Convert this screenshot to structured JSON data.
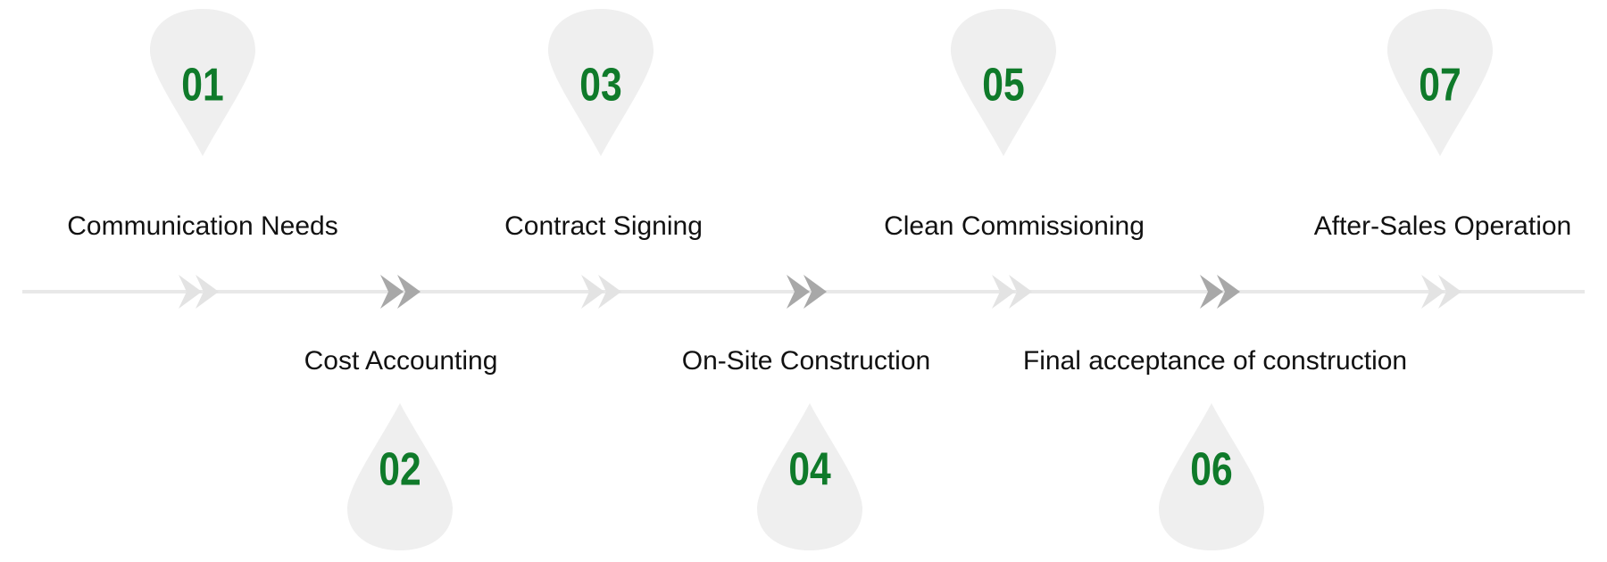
{
  "steps": [
    {
      "number": "01",
      "label": "Communication Needs",
      "position": "top"
    },
    {
      "number": "02",
      "label": "Cost Accounting",
      "position": "bottom"
    },
    {
      "number": "03",
      "label": "Contract Signing",
      "position": "top"
    },
    {
      "number": "04",
      "label": "On-Site Construction",
      "position": "bottom"
    },
    {
      "number": "05",
      "label": "Clean Commissioning",
      "position": "top"
    },
    {
      "number": "06",
      "label": "Final acceptance of construction",
      "position": "bottom"
    },
    {
      "number": "07",
      "label": "After-Sales Operation",
      "position": "top"
    }
  ],
  "colors": {
    "number": "#0f7a2a",
    "marker_fill": "#efefef",
    "timeline_line": "#e8e8e8",
    "arrow_light": "#e3e3e3",
    "arrow_dark": "#a8a8a8",
    "label_text": "#111111"
  },
  "arrow_icon": "double-chevron-right-icon"
}
